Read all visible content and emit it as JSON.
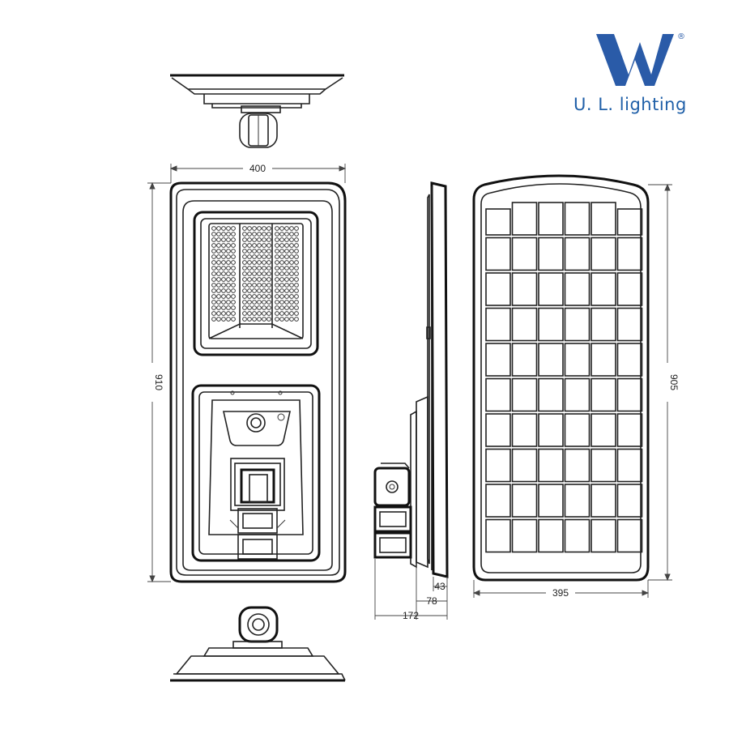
{
  "brand": {
    "name": "U. L. lighting",
    "logo_letter": "W",
    "registered_mark": "®",
    "color": "#2a5ba8"
  },
  "dimensions": {
    "front_width": "400",
    "front_height": "910",
    "panel_height": "905",
    "panel_width": "395",
    "side_depth_1": "43",
    "side_depth_2": "78",
    "side_depth_3": "172"
  },
  "views": [
    "top-view",
    "front-view",
    "side-view",
    "solar-panel-view",
    "bottom-view"
  ]
}
